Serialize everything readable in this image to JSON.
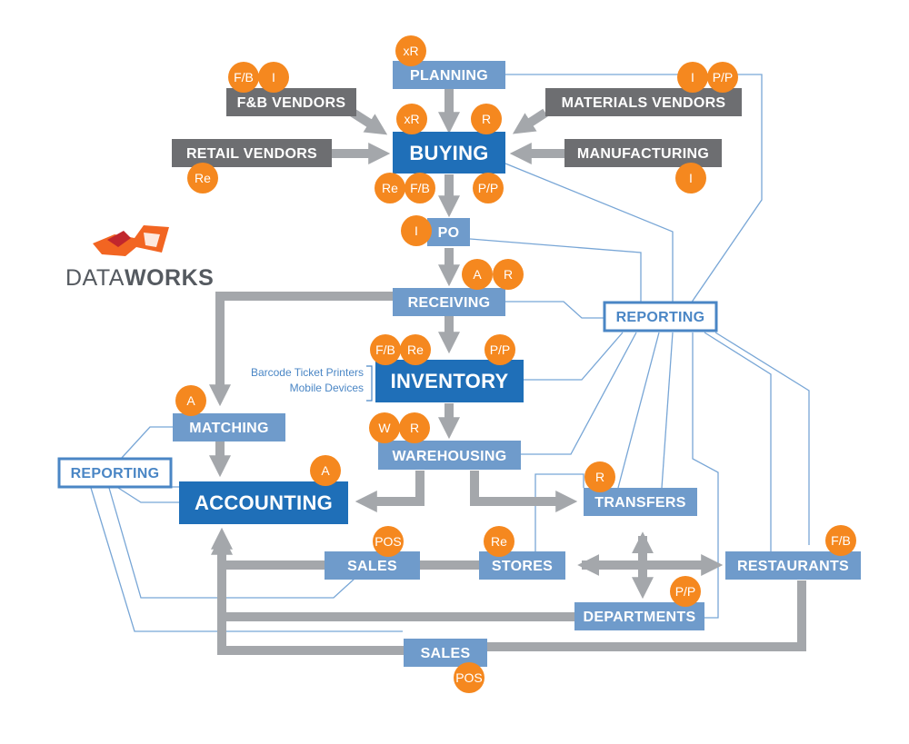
{
  "colors": {
    "gray_box": "#6d6e71",
    "light_box": "#6f9bcb",
    "dark_box": "#1f6fb8",
    "badge": "#f5881f",
    "arrow": "#a4a7ab",
    "line": "#78a6d6",
    "outline": "#4a86c5",
    "logo_orange": "#f26522"
  },
  "logo": {
    "text_light": "DATA",
    "text_bold": "WORKS"
  },
  "nodes": {
    "planning": "PLANNING",
    "fb_vendors": "F&B VENDORS",
    "materials_vendors": "MATERIALS VENDORS",
    "retail_vendors": "RETAIL VENDORS",
    "buying": "BUYING",
    "manufacturing": "MANUFACTURING",
    "po": "PO",
    "receiving": "RECEIVING",
    "reporting_right": "REPORTING",
    "inventory": "INVENTORY",
    "matching": "MATCHING",
    "warehousing": "WAREHOUSING",
    "reporting_left": "REPORTING",
    "accounting": "ACCOUNTING",
    "transfers": "TRANSFERS",
    "sales_mid": "SALES",
    "stores": "STORES",
    "restaurants": "RESTAURANTS",
    "departments": "DEPARTMENTS",
    "sales_bottom": "SALES"
  },
  "side_notes": {
    "line1": "Barcode Ticket Printers",
    "line2": "Mobile Devices"
  },
  "badges": {
    "planning_xr": "xR",
    "fbv_fb": "F/B",
    "fbv_i": "I",
    "mat_i": "I",
    "mat_pp": "P/P",
    "buying_xr": "xR",
    "buying_r": "R",
    "retail_re": "Re",
    "buying_re": "Re",
    "buying_fb": "F/B",
    "buying_pp": "P/P",
    "manuf_i": "I",
    "po_i": "I",
    "po_a": "A",
    "po_r": "R",
    "inv_fb": "F/B",
    "inv_re": "Re",
    "inv_pp": "P/P",
    "matching_a": "A",
    "wh_w": "W",
    "wh_r": "R",
    "acct_a": "A",
    "transfers_r": "R",
    "sales_pos": "POS",
    "stores_re": "Re",
    "rest_fb": "F/B",
    "dept_pp": "P/P",
    "sales_bottom_pos": "POS"
  }
}
